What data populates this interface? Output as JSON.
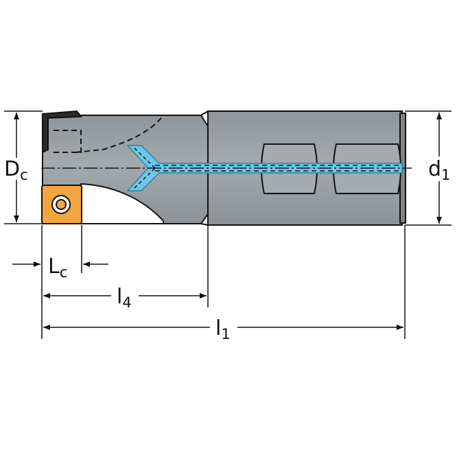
{
  "labels": {
    "Dc": {
      "main": "D",
      "sub": "c"
    },
    "d1": {
      "main": "d",
      "sub": "1"
    },
    "Lc": {
      "main": "L",
      "sub": "c"
    },
    "l4": {
      "main": "l",
      "sub": "4"
    },
    "l1": {
      "main": "l",
      "sub": "1"
    }
  },
  "colors": {
    "body": "#9aa0a4",
    "body_dark": "#6e7478",
    "insert": "#f2a640",
    "coolant": "#6cc8e6",
    "line": "#111111"
  }
}
